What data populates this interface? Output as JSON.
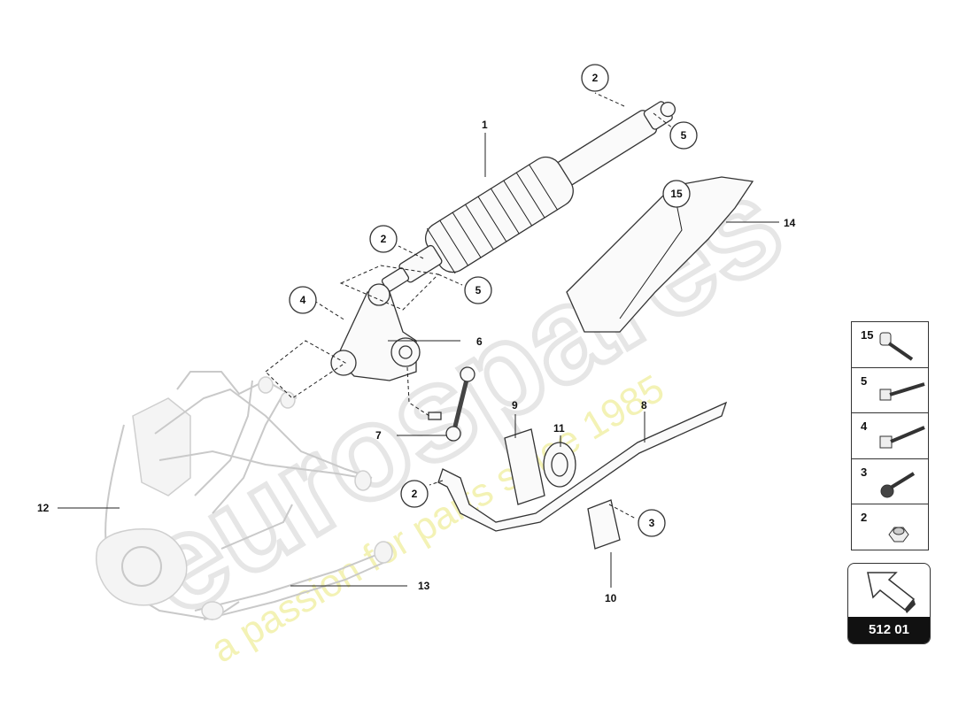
{
  "watermark": {
    "brand": "eurospares",
    "tagline": "a passion for parts since 1985"
  },
  "callouts": {
    "c2a": "2",
    "c5a": "5",
    "c1": "1",
    "c15": "15",
    "c14": "14",
    "c2b": "2",
    "c5b": "5",
    "c4": "4",
    "c6": "6",
    "c7": "7",
    "c8": "8",
    "c9": "9",
    "c11": "11",
    "c2c": "2",
    "c3": "3",
    "c10": "10",
    "c12": "12",
    "c13": "13"
  },
  "legend": [
    {
      "num": "15",
      "icon": "bolt-short-icon"
    },
    {
      "num": "5",
      "icon": "bolt-long-icon"
    },
    {
      "num": "4",
      "icon": "bolt-flange-icon"
    },
    {
      "num": "3",
      "icon": "bolt-collar-icon"
    },
    {
      "num": "2",
      "icon": "nut-icon"
    }
  ],
  "page_ref": {
    "code": "512 01",
    "icon": "direction-arrow-icon"
  },
  "colors": {
    "watermark": "#e9e9e9",
    "watermark_tagline": "#f3f2b8",
    "ink": "#222222"
  }
}
